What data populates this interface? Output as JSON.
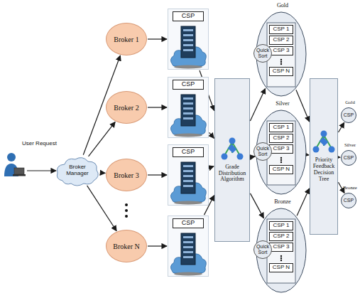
{
  "diagram": {
    "nodes": [
      {
        "text": [
          "Broker Manager"
        ]
      },
      {
        "text": [
          "Broker 1"
        ]
      },
      {
        "text": [
          "Broker 2"
        ]
      },
      {
        "text": [
          "Broker 3"
        ]
      },
      {
        "text": [
          "Broker N"
        ]
      },
      {
        "text": [
          "CSP"
        ]
      },
      {
        "text": [
          "CSP"
        ]
      },
      {
        "text": [
          "CSP"
        ]
      },
      {
        "text": [
          "CSP"
        ]
      },
      {
        "text": [
          "Grade Distribution Algorithm"
        ]
      },
      {
        "text": [
          "Gold"
        ]
      },
      {
        "text": [
          "CSP 1"
        ],
        "in": 10
      },
      {
        "text": [
          "CSP 2"
        ],
        "in": 10
      },
      {
        "text": [
          "CSP 3"
        ],
        "in": 10
      },
      {
        "text": [
          "CSP N"
        ],
        "in": 10
      },
      {
        "text": [
          "Quick Sort"
        ],
        "in": 10
      },
      {
        "text": [
          "Silver"
        ]
      },
      {
        "text": [
          "CSP 1"
        ],
        "in": 16
      },
      {
        "text": [
          "CSP 2"
        ],
        "in": 16
      },
      {
        "text": [
          "CSP 3"
        ],
        "in": 16
      },
      {
        "text": [
          "CSP N"
        ],
        "in": 16
      },
      {
        "text": [
          "Quick Sort"
        ],
        "in": 16
      },
      {
        "text": [
          "Bronze"
        ]
      },
      {
        "text": [
          "CSP 1"
        ],
        "in": 22
      },
      {
        "text": [
          "CSP 2"
        ],
        "in": 22
      },
      {
        "text": [
          "CSP 3"
        ],
        "in": 22
      },
      {
        "text": [
          "CSP N"
        ],
        "in": 22
      },
      {
        "text": [
          "Quick Sort"
        ],
        "in": 22
      },
      {
        "text": [
          "Priority Feedback Decision Tree"
        ]
      },
      {
        "text": [
          "Gold",
          "CSP"
        ]
      },
      {
        "text": [
          "Silver",
          "CSP"
        ]
      },
      {
        "text": [
          "Bronze",
          "CSP"
        ]
      }
    ],
    "edges": [
      {
        "from": 0,
        "to": 1,
        "arrow": "to"
      },
      {
        "from": 0,
        "to": 2,
        "arrow": "to"
      },
      {
        "from": 0,
        "to": 3,
        "arrow": "to"
      },
      {
        "from": 0,
        "to": 4,
        "arrow": "to"
      },
      {
        "from": 1,
        "to": 5,
        "arrow": "to"
      },
      {
        "from": 2,
        "to": 6,
        "arrow": "to"
      },
      {
        "from": 3,
        "to": 7,
        "arrow": "to"
      },
      {
        "from": 4,
        "to": 8,
        "arrow": "to"
      },
      {
        "from": 5,
        "to": 9,
        "arrow": "to"
      },
      {
        "from": 6,
        "to": 9,
        "arrow": "to"
      },
      {
        "from": 7,
        "to": 9,
        "arrow": "to"
      },
      {
        "from": 8,
        "to": 9,
        "arrow": "to"
      },
      {
        "from": 9,
        "to": 10,
        "arrow": "to"
      },
      {
        "from": 9,
        "to": 16,
        "arrow": "to"
      },
      {
        "from": 9,
        "to": 22,
        "arrow": "to"
      },
      {
        "from": 10,
        "to": 28,
        "arrow": "to"
      },
      {
        "from": 16,
        "to": 28,
        "arrow": "to"
      },
      {
        "from": 22,
        "to": 28,
        "arrow": "to"
      },
      {
        "from": 28,
        "to": 29,
        "arrow": "to"
      },
      {
        "from": 28,
        "to": 30,
        "arrow": "to"
      },
      {
        "from": 28,
        "to": 31,
        "arrow": "to"
      }
    ],
    "labels": [
      "User Request"
    ]
  }
}
